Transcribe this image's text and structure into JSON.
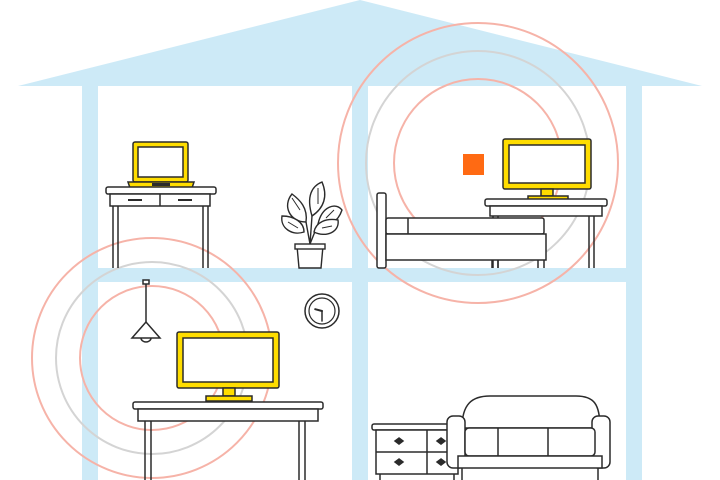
{
  "colors": {
    "structure": "#cdeaf7",
    "outline": "#2b2b2b",
    "device_yellow": "#ffdd00",
    "signal_red": "#f6b3a8",
    "signal_gray": "#d4d4d4",
    "router": "#ff6a13",
    "background": "#ffffff"
  },
  "icons": [
    "house-frame",
    "laptop-icon",
    "monitor-icon",
    "router-icon",
    "plant-icon",
    "bed-icon",
    "clock-icon",
    "pendant-lamp-icon",
    "sofa-icon",
    "dresser-icon",
    "desk-icon",
    "wifi-signal-rings"
  ],
  "clock": {
    "hour": 9,
    "minute": 30
  }
}
